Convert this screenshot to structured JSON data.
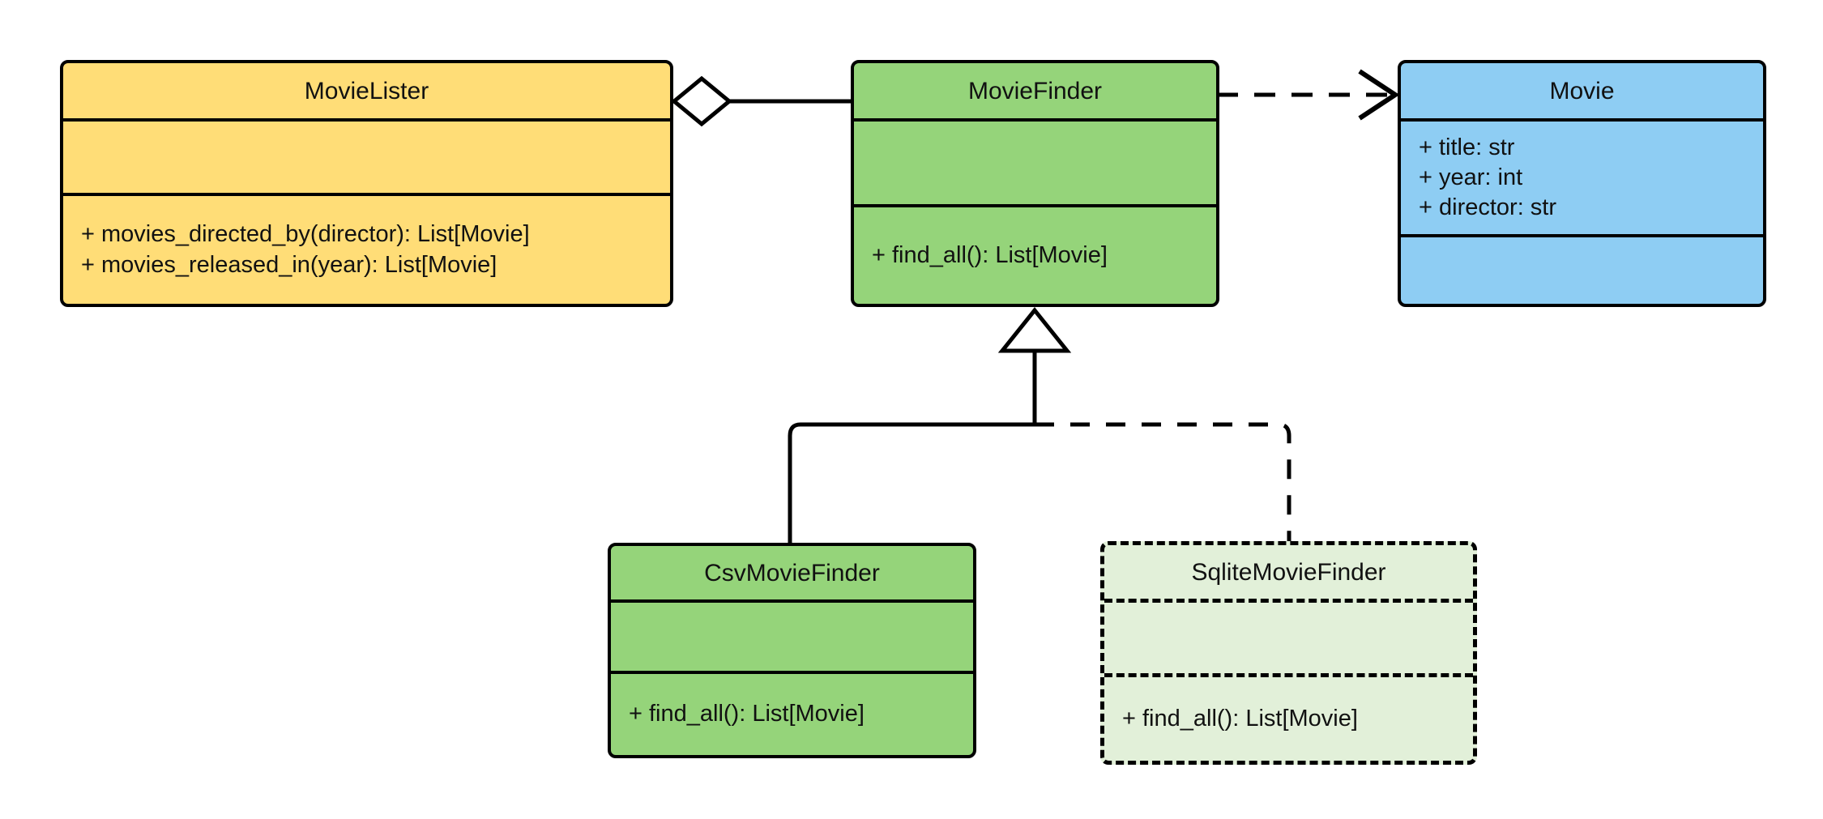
{
  "diagram": {
    "title": "MovieLister dependency injection UML class diagram",
    "type": "uml-class-diagram",
    "background_color": "#ffffff",
    "stroke_color": "#000000"
  },
  "colors": {
    "yellow_fill": "#ffdd77",
    "green_fill": "#95d47a",
    "blue_fill": "#8ecdf3",
    "light_green_fill": "#e2f0d9",
    "stroke": "#000000",
    "text": "#111111"
  },
  "classes": [
    {
      "id": "movie-lister",
      "name": "MovieLister",
      "fill": "#ffdd77",
      "border_style": "solid",
      "attributes": [],
      "methods": [
        "+ movies_directed_by(director): List[Movie]",
        "+ movies_released_in(year): List[Movie]"
      ]
    },
    {
      "id": "movie-finder",
      "name": "MovieFinder",
      "fill": "#95d47a",
      "border_style": "solid",
      "attributes": [],
      "methods": [
        "+ find_all(): List[Movie]"
      ]
    },
    {
      "id": "movie",
      "name": "Movie",
      "fill": "#8ecdf3",
      "border_style": "solid",
      "attributes": [
        "+ title: str",
        "+ year: int",
        "+ director: str"
      ],
      "methods": []
    },
    {
      "id": "csv-movie-finder",
      "name": "CsvMovieFinder",
      "fill": "#95d47a",
      "border_style": "solid",
      "attributes": [],
      "methods": [
        "+ find_all(): List[Movie]"
      ]
    },
    {
      "id": "sqlite-movie-finder",
      "name": "SqliteMovieFinder",
      "fill": "#e2f0d9",
      "border_style": "dashed",
      "attributes": [],
      "methods": [
        "+ find_all(): List[Movie]"
      ]
    }
  ],
  "relationships": [
    {
      "id": "lister-aggregates-finder",
      "type": "aggregation",
      "from": "MovieLister",
      "to": "MovieFinder",
      "line_style": "solid",
      "source_marker": "hollow-diamond",
      "target_marker": "none"
    },
    {
      "id": "finder-depends-on-movie",
      "type": "dependency",
      "from": "MovieFinder",
      "to": "Movie",
      "line_style": "dashed",
      "source_marker": "none",
      "target_marker": "open-arrow"
    },
    {
      "id": "csv-inherits-finder",
      "type": "generalization",
      "from": "CsvMovieFinder",
      "to": "MovieFinder",
      "line_style": "solid",
      "source_marker": "none",
      "target_marker": "hollow-triangle"
    },
    {
      "id": "sqlite-inherits-finder",
      "type": "generalization",
      "from": "SqliteMovieFinder",
      "to": "MovieFinder",
      "line_style": "dashed",
      "source_marker": "none",
      "target_marker": "hollow-triangle"
    }
  ]
}
